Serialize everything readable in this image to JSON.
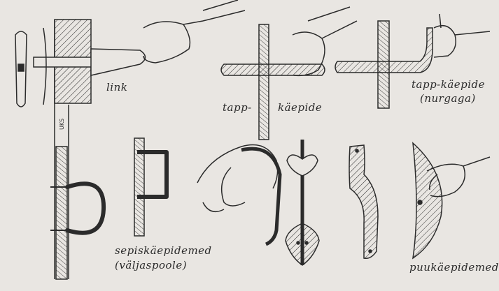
{
  "labels": {
    "link": "link",
    "tapp": "tapp-",
    "kaepide": "käepide",
    "tapp_kaepide": "tapp-käepide",
    "nurgaga": "(nurgaga)",
    "sepis": "sepiskäepidemed",
    "valjaspoole": "(väljaspoole)",
    "puu": "puukäepidemed",
    "uks": "UKS"
  },
  "colors": {
    "paper": "#e9e6e2",
    "ink": "#2b2b2b",
    "iron": "#3a3a3a"
  }
}
